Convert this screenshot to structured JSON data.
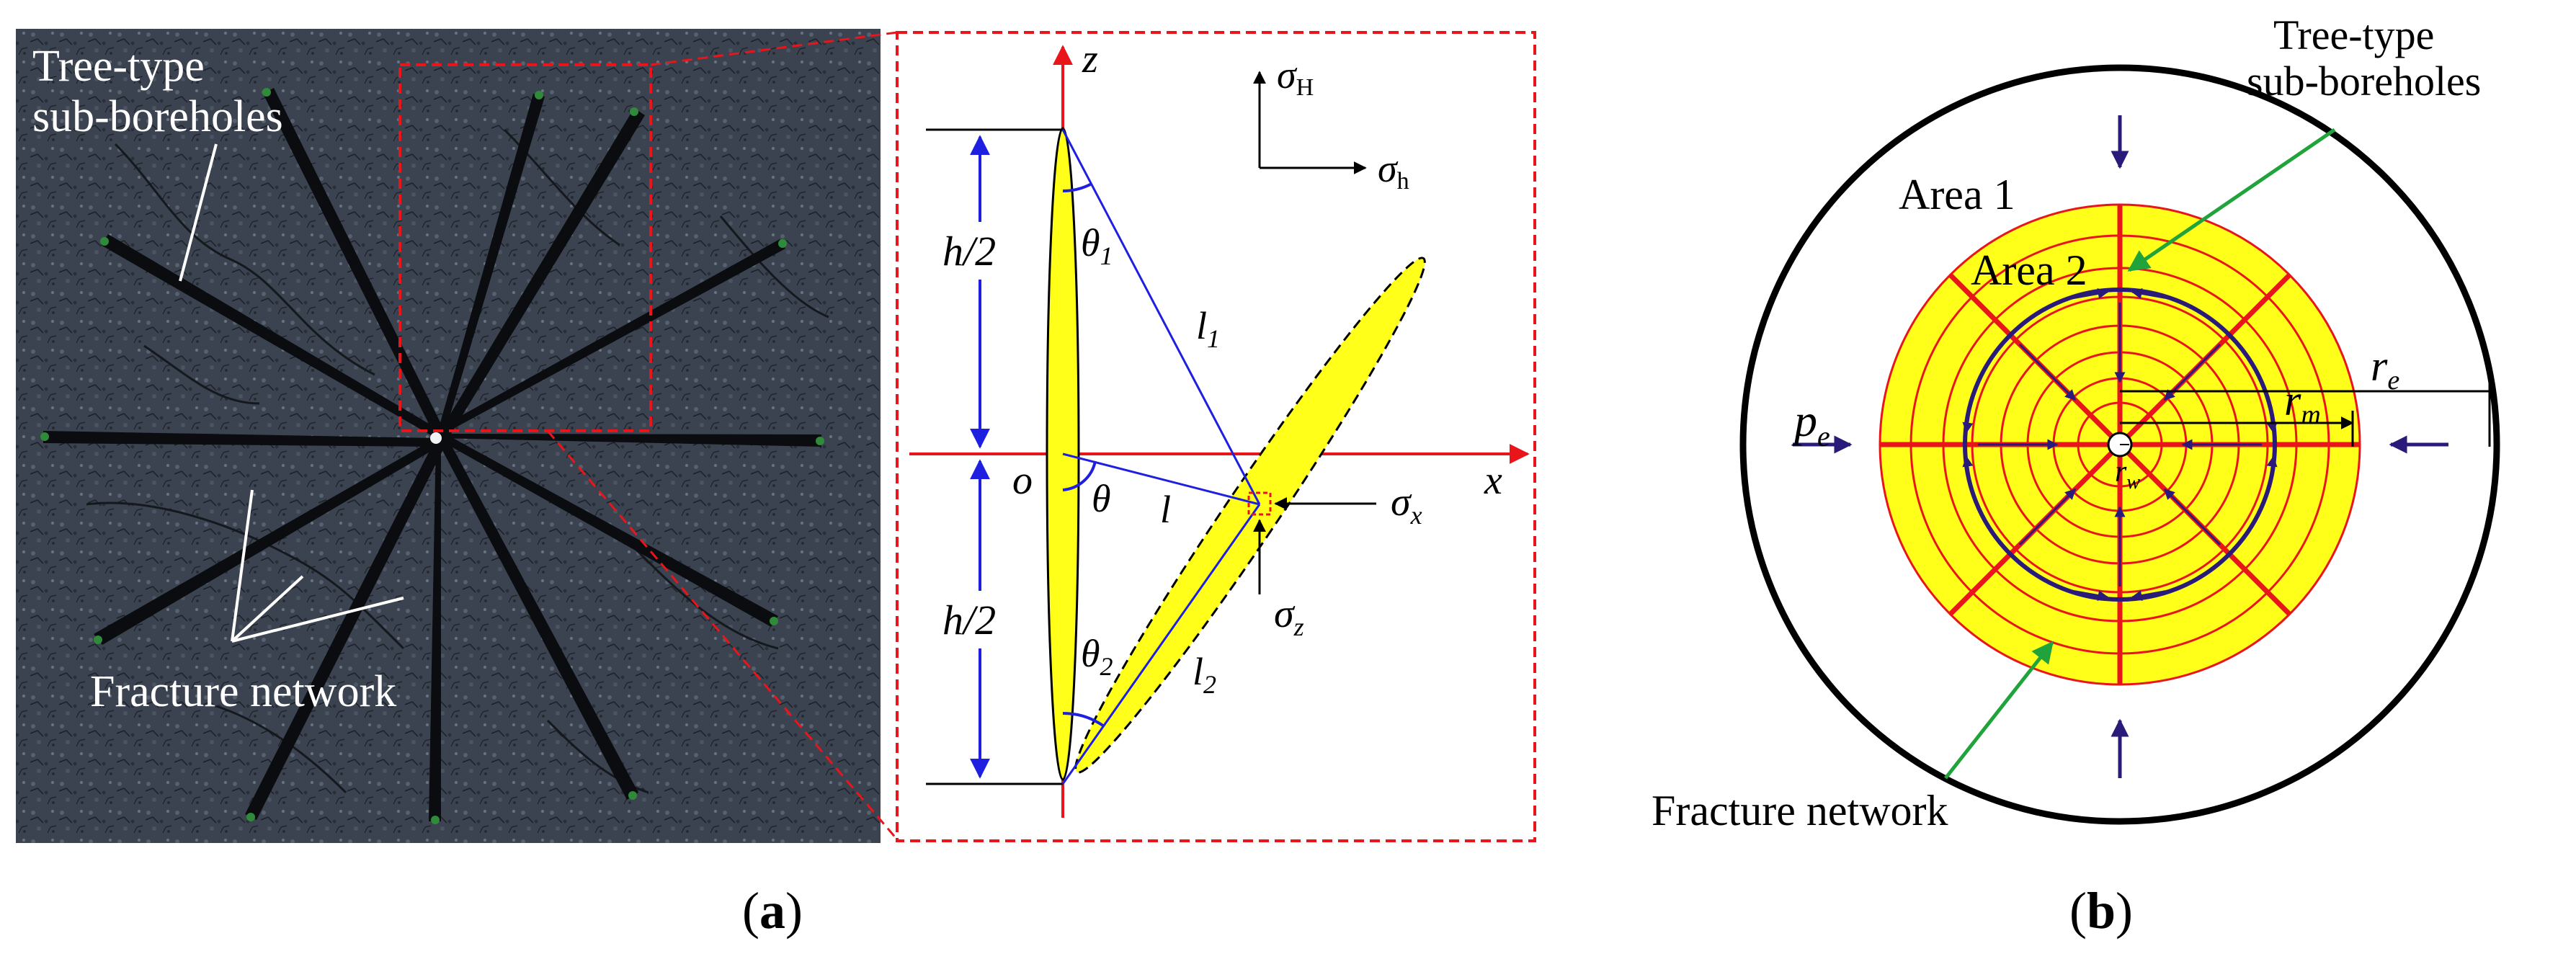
{
  "panel_a": {
    "caption_open": "(",
    "caption_letter": "a",
    "caption_close": ")",
    "photo": {
      "label_tree_line1": "Tree-type",
      "label_tree_line2": "sub-boreholes",
      "label_fracture": "Fracture network"
    },
    "schematic": {
      "axis_x": "x",
      "axis_z": "z",
      "origin": "o",
      "stress_H": "σ",
      "stress_H_sub": "H",
      "stress_h": "σ",
      "stress_h_sub": "h",
      "stress_x": "σ",
      "stress_x_sub": "x",
      "stress_z": "σ",
      "stress_z_sub": "z",
      "half_height_top": "h/2",
      "half_height_bottom": "h/2",
      "theta": "θ",
      "theta1": "θ",
      "theta1_sub": "1",
      "theta2": "θ",
      "theta2_sub": "2",
      "l": "l",
      "l1": "l",
      "l1_sub": "1",
      "l2": "l",
      "l2_sub": "2"
    }
  },
  "panel_b": {
    "caption_open": "(",
    "caption_letter": "b",
    "caption_close": ")",
    "area1": "Area 1",
    "area2": "Area 2",
    "tree_line1": "Tree-type",
    "tree_line2": "sub-boreholes",
    "fracture": "Fracture network",
    "pe": "p",
    "pe_sub": "e",
    "re": "r",
    "re_sub": "e",
    "rm": "r",
    "rm_sub": "m",
    "rw": "r",
    "rw_sub": "w"
  },
  "colors": {
    "red": "#e8151b",
    "blue": "#1f1fe0",
    "yellow": "#ffff1a",
    "navy": "#2a1a7a",
    "green": "#1fa33a",
    "rock": "#3a4452"
  }
}
